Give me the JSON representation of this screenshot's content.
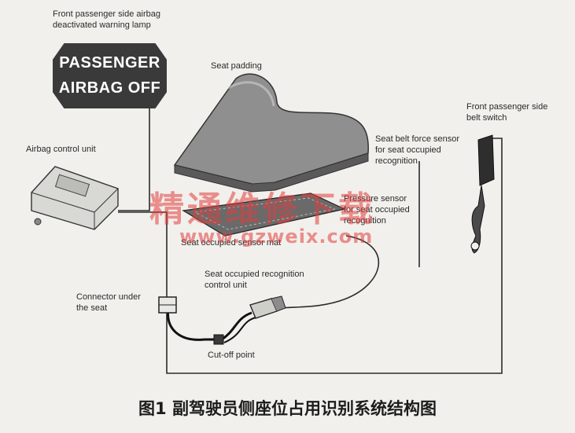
{
  "lamp": {
    "line1": "PASSENGER",
    "line2": "AIRBAG OFF"
  },
  "labels": {
    "lamp": "Front passenger side airbag\ndeactivated warning lamp",
    "seat_padding": "Seat padding",
    "acu": "Airbag control unit",
    "belt_switch": "Front passenger side\nbelt switch",
    "belt_sensor": "Seat belt force sensor\nfor seat occupied\nrecognition",
    "pressure_sensor": "Pressure sensor\nfor seat occupied\nrecognition",
    "sensor_mat": "Seat occupied sensor mat",
    "recog_unit": "Seat occupied recognition\ncontrol unit",
    "connector": "Connector under\nthe seat",
    "cutoff": "Cut-off point"
  },
  "watermark": {
    "text": "精通维修下载",
    "url": "www.gzweix.com"
  },
  "caption": "图1  副驾驶员侧座位占用识别系统结构图",
  "colors": {
    "background": "#f1f0ec",
    "lamp": "#3a3a3a",
    "watermark": "#e13c3c"
  }
}
